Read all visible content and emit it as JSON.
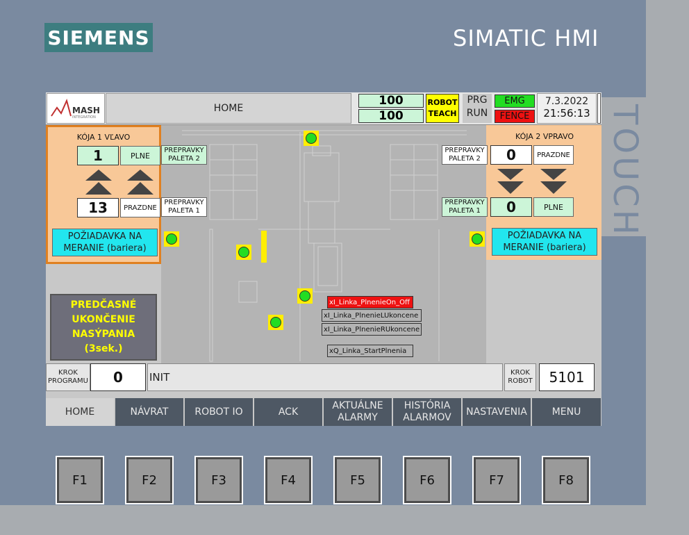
{
  "brand": {
    "siemens": "SIEMENS",
    "simatic": "SIMATIC HMI",
    "touch": "TOUCH"
  },
  "header": {
    "logo_text": "MASH",
    "logo_sub": "INTEGRATION",
    "title": "HOME",
    "value_top": "100",
    "value_bottom": "100",
    "robot_line1": "ROBOT",
    "robot_line2": "TEACH",
    "prg": "PRG",
    "run": "RUN",
    "emg": "EMG",
    "fence": "FENCE",
    "date": "7.3.2022",
    "time": "21:56:13"
  },
  "cell_left": {
    "title": "KÓJA 1 VĽAVO",
    "count_full": "1",
    "full_label": "PLNE",
    "count_empty": "13",
    "empty_label": "PRAZDNE",
    "pallet2": "PREPRAVKY PALETA 2",
    "pallet1": "PREPRAVKY PALETA 1",
    "request": "POŽIADAVKA NA MERANIE (bariera)"
  },
  "cell_right": {
    "title": "KÓJA 2 VPRAVO",
    "count_empty": "0",
    "empty_label": "PRAZDNE",
    "count_full": "0",
    "full_label": "PLNE",
    "pallet2": "PREPRAVKY PALETA 2",
    "pallet1": "PREPRAVKY PALETA 1",
    "request": "POŽIADAVKA NA MERANIE (bariera)"
  },
  "early_stop": {
    "l1": "PREDČASNÉ",
    "l2": "UKONČENIE",
    "l3": "NASÝPANIA",
    "l4": "(3sek.)"
  },
  "signals": [
    "xI_Linka_PlnenieOn_Off",
    "xI_Linka_PlnenieLUkoncene",
    "xI_Linka_PlnenieRUkoncene",
    "xQ_Linka_StartPlnenia"
  ],
  "step": {
    "program_label": "KROK PROGRAMU",
    "program_value": "0",
    "status": "INIT",
    "robot_label": "KROK ROBOT",
    "robot_value": "5101"
  },
  "nav": [
    {
      "label": "HOME"
    },
    {
      "label": "NÁVRAT"
    },
    {
      "label": "ROBOT IO"
    },
    {
      "label": "ACK"
    },
    {
      "label": "AKTUÁLNE ALARMY"
    },
    {
      "label": "HISTÓRIA ALARMOV"
    },
    {
      "label": "NASTAVENIA"
    },
    {
      "label": "MENU"
    }
  ],
  "fkeys": [
    "F1",
    "F2",
    "F3",
    "F4",
    "F5",
    "F6",
    "F7",
    "F8"
  ],
  "colors": {
    "accent": "#3d7d80",
    "panel_orange": "#f8c898",
    "cyan": "#22e6ee",
    "status_green": "#22dd22",
    "alarm_red": "#ee1111",
    "warning_yellow": "#ffff00"
  }
}
